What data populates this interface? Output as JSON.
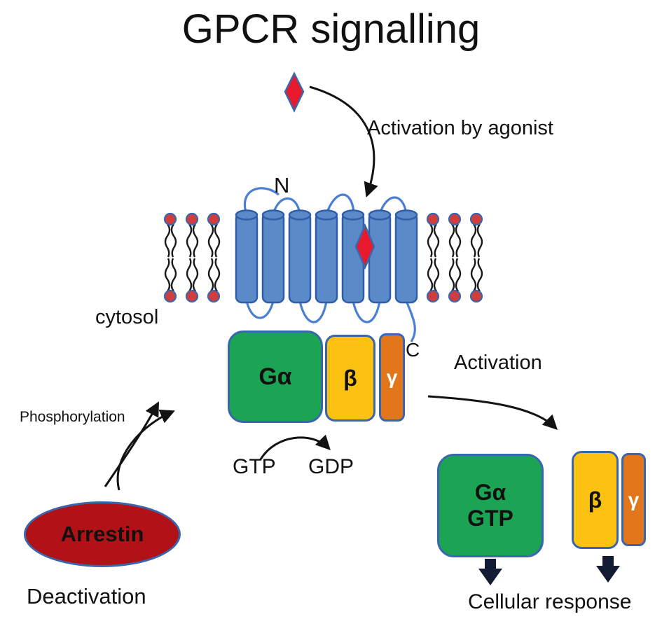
{
  "title": "GPCR signalling",
  "labels": {
    "activation_by_agonist": "Activation by agonist",
    "n_terminus": "N",
    "c_terminus": "C",
    "cytosol": "cytosol",
    "activation": "Activation",
    "gtp": "GTP",
    "gdp": "GDP",
    "phosphorylation": "Phosphorylation",
    "deactivation": "Deactivation",
    "cellular_response": "Cellular response"
  },
  "g_protein": {
    "alpha": "Gα",
    "beta": "β",
    "gamma": "γ"
  },
  "arrestin": {
    "label": "Arrestin"
  },
  "products": {
    "alpha_top": "Gα",
    "alpha_bottom": "GTP",
    "beta": "β",
    "gamma": "γ"
  },
  "colors": {
    "g_alpha": "#1ca455",
    "beta": "#fcc211",
    "gamma": "#e2761b",
    "helix": "#5b8ac8",
    "helix_edge": "#2f5da8",
    "loop": "#4a7fd4",
    "arrestin": "#b01217",
    "agonist": "#e8192c",
    "outline": "#3a66ad",
    "lipid_head": "#cf3d3d",
    "fat_arrow": "#131c33"
  }
}
